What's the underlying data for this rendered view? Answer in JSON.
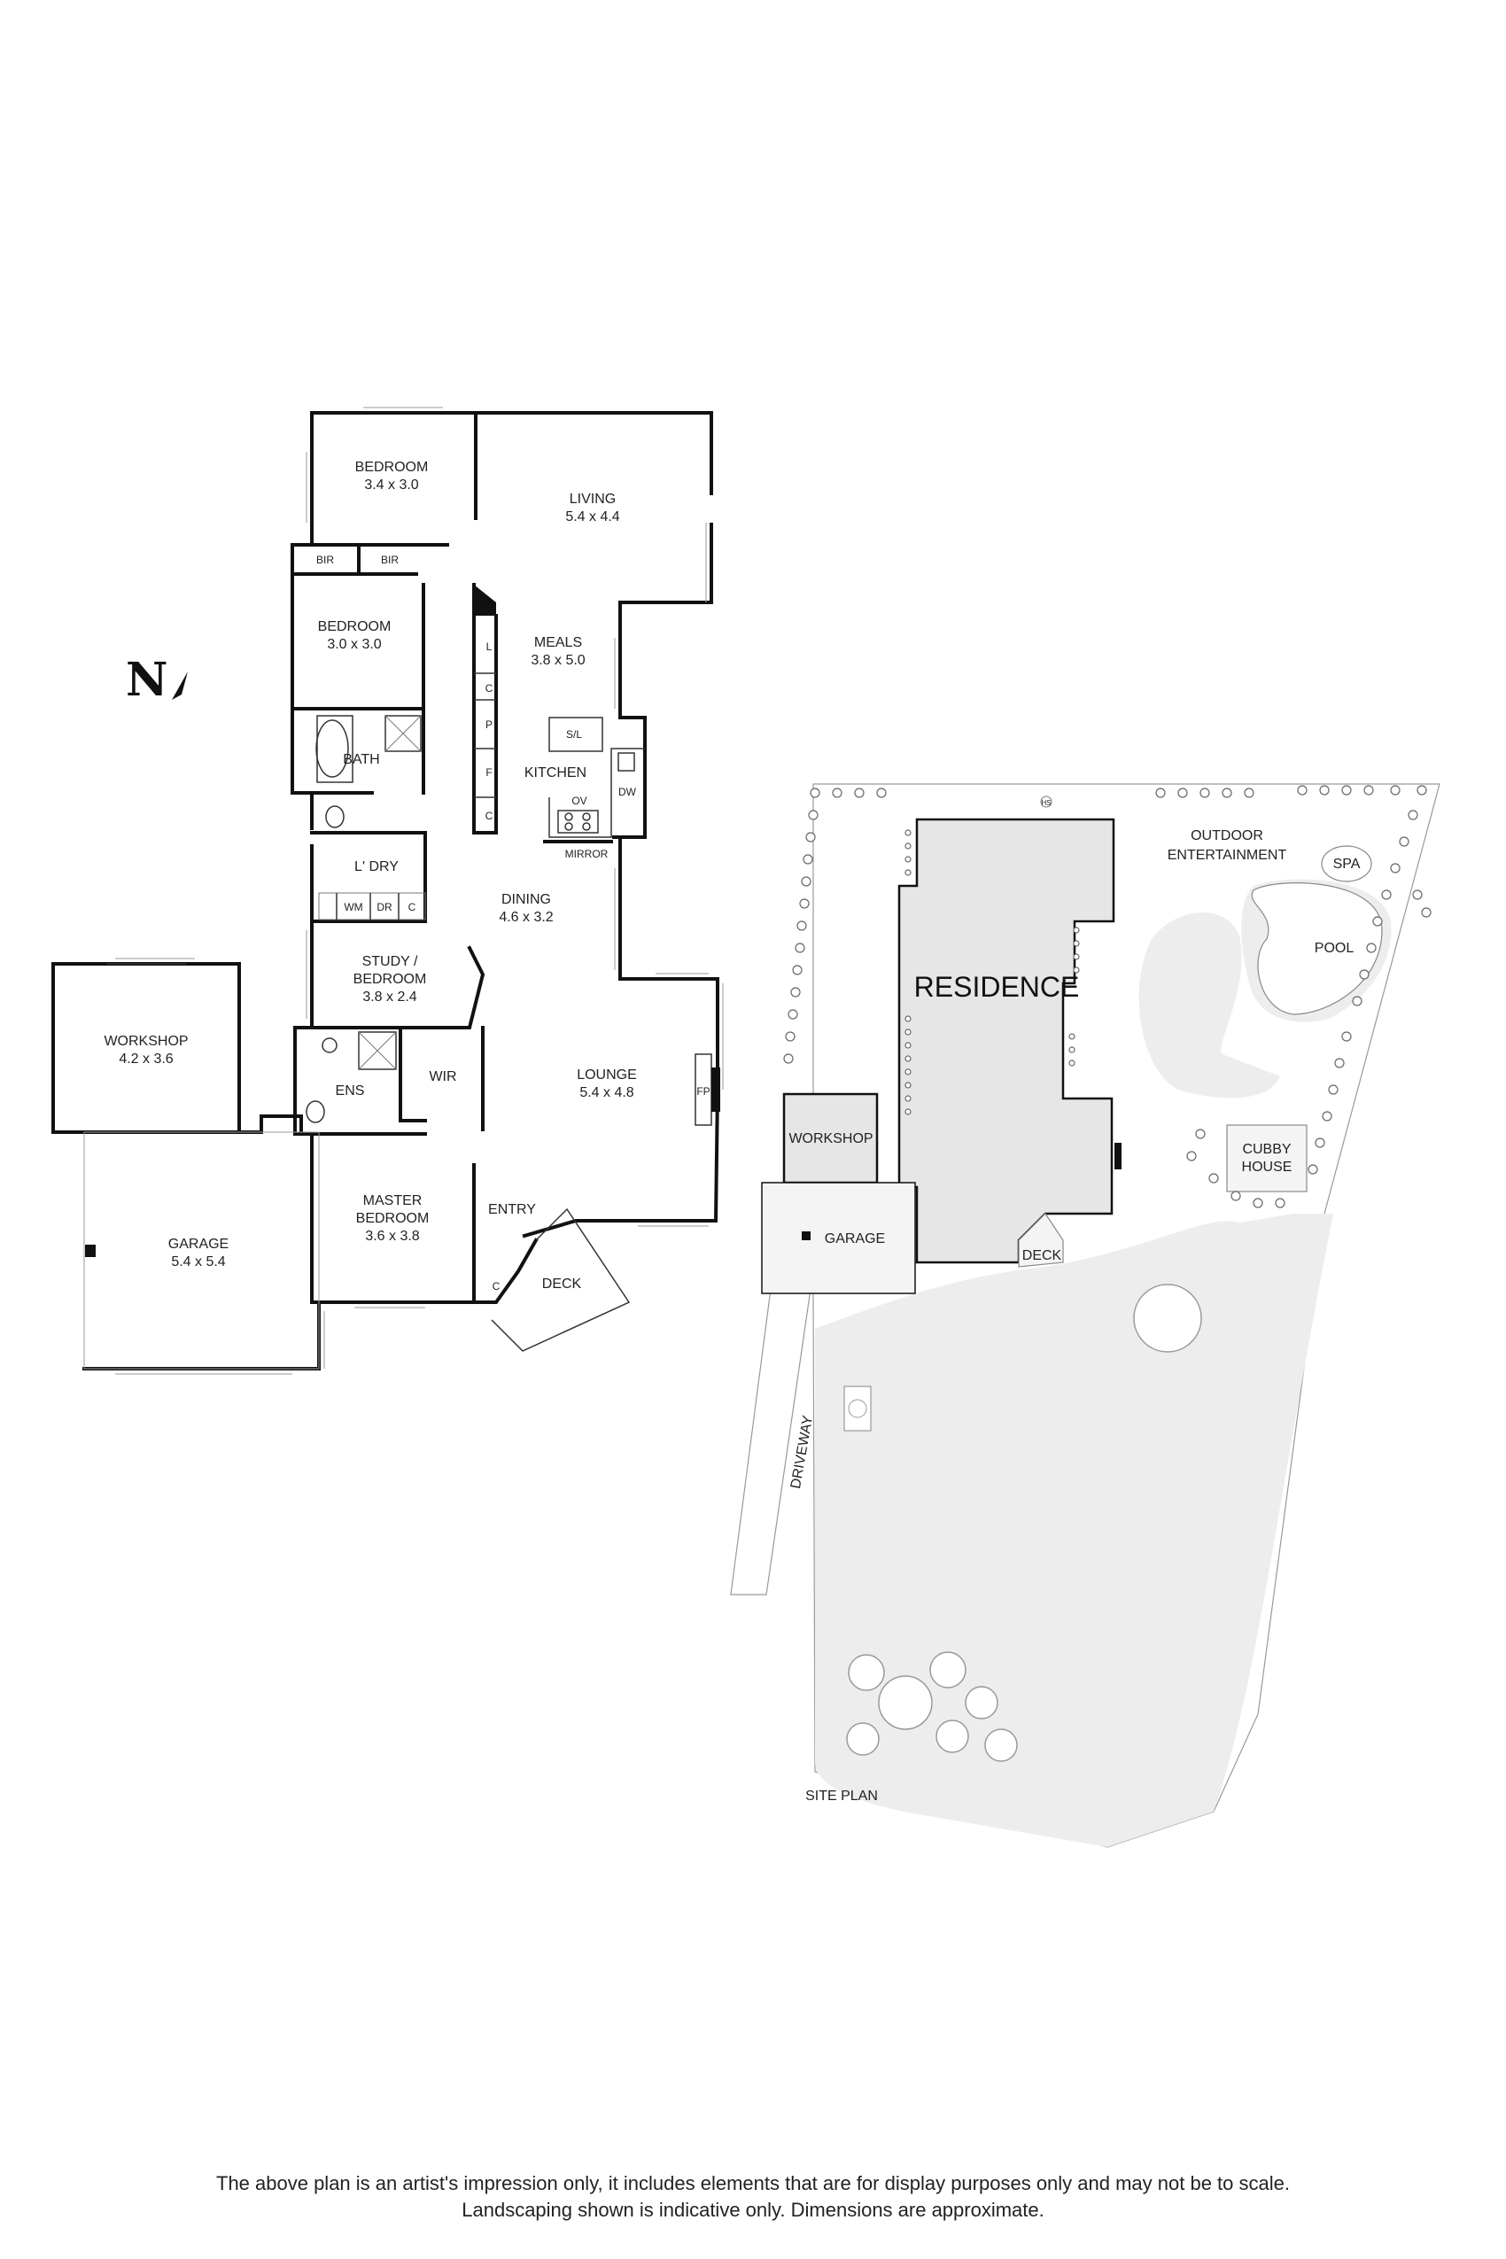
{
  "compass": {
    "label": "N"
  },
  "floor_plan": {
    "rooms": {
      "bedroom1": {
        "name": "BEDROOM",
        "size": "3.4 x 3.0"
      },
      "living": {
        "name": "LIVING",
        "size": "5.4 x 4.4"
      },
      "bedroom2": {
        "name": "BEDROOM",
        "size": "3.0 x 3.0"
      },
      "meals": {
        "name": "MEALS",
        "size": "3.8 x 5.0"
      },
      "bath": {
        "name": "BATH"
      },
      "kitchen": {
        "name": "KITCHEN"
      },
      "laundry": {
        "name": "L' DRY"
      },
      "dining": {
        "name": "DINING",
        "size": "4.6 x 3.2"
      },
      "study": {
        "name": "STUDY /",
        "name2": "BEDROOM",
        "size": "3.8 x 2.4"
      },
      "workshop": {
        "name": "WORKSHOP",
        "size": "4.2 x 3.6"
      },
      "ens": {
        "name": "ENS"
      },
      "wir": {
        "name": "WIR"
      },
      "lounge": {
        "name": "LOUNGE",
        "size": "5.4 x 4.8"
      },
      "garage": {
        "name": "GARAGE",
        "size": "5.4 x 5.4"
      },
      "master": {
        "name": "MASTER",
        "name2": "BEDROOM",
        "size": "3.6 x 3.8"
      },
      "entry": {
        "name": "ENTRY"
      },
      "deck": {
        "name": "DECK"
      }
    },
    "fixtures": {
      "bir1": "BIR",
      "bir2": "BIR",
      "l": "L",
      "c1": "C",
      "p": "P",
      "f": "F",
      "c2": "C",
      "sl": "S/L",
      "dw": "DW",
      "ov": "OV",
      "mirror": "MIRROR",
      "wm": "WM",
      "dr": "DR",
      "c3": "C",
      "fp": "FP",
      "c4": "C"
    }
  },
  "site_plan": {
    "title": "SITE PLAN",
    "residence": "RESIDENCE",
    "workshop": "WORKSHOP",
    "garage": "GARAGE",
    "deck": "DECK",
    "driveway": "DRIVEWAY",
    "outdoor1": "OUTDOOR",
    "outdoor2": "ENTERTAINMENT",
    "spa": "SPA",
    "pool": "POOL",
    "cubby1": "CUBBY",
    "cubby2": "HOUSE",
    "hs": "HS"
  },
  "disclaimer": {
    "line1": "The above plan is an artist's impression only, it includes elements that are for display purposes only and may not be to scale.",
    "line2": "Landscaping shown is indicative only. Dimensions are approximate."
  }
}
